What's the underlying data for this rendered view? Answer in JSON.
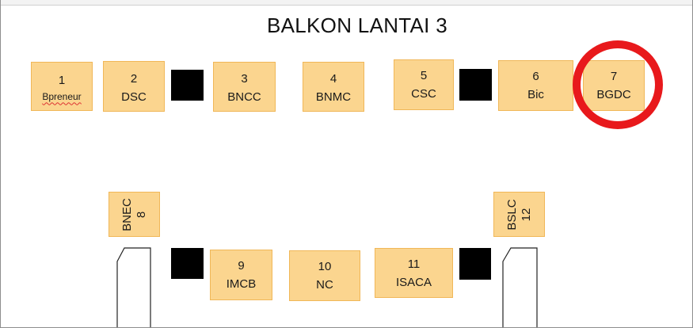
{
  "title": "BALKON LANTAI 3",
  "booths": [
    {
      "num": "1",
      "name": "Bpreneur"
    },
    {
      "num": "2",
      "name": "DSC"
    },
    {
      "num": "3",
      "name": "BNCC"
    },
    {
      "num": "4",
      "name": "BNMC"
    },
    {
      "num": "5",
      "name": "CSC"
    },
    {
      "num": "6",
      "name": "Bic"
    },
    {
      "num": "7",
      "name": "BGDC"
    },
    {
      "num": "8",
      "name": "BNEC"
    },
    {
      "num": "9",
      "name": "IMCB"
    },
    {
      "num": "10",
      "name": "NC"
    },
    {
      "num": "11",
      "name": "ISACA"
    },
    {
      "num": "12",
      "name": "BSLC"
    }
  ],
  "colors": {
    "booth_fill": "#fbd58f",
    "booth_border": "#f0b758",
    "pillar": "#000000",
    "highlight_circle": "#e8191c"
  },
  "highlighted_booth": "7"
}
